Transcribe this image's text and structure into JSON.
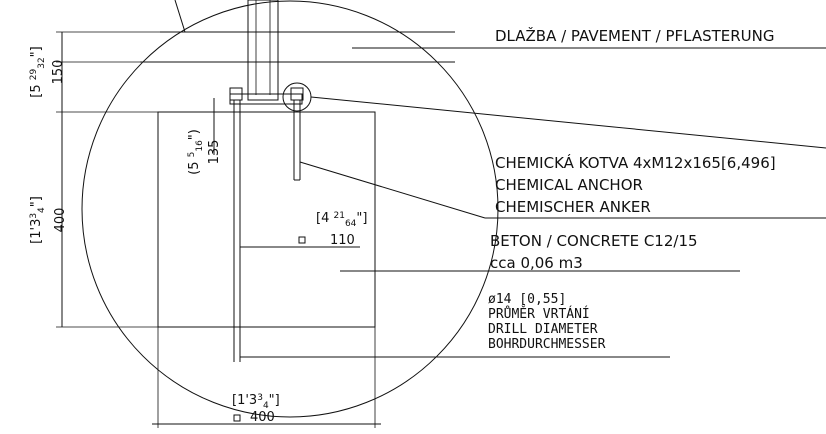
{
  "labels": {
    "pavement": "DLAŽBA / PAVEMENT / PFLASTERUNG",
    "anchor_cz": "CHEMICKÁ KOTVA 4xM12x165[6,496]",
    "anchor_en": "CHEMICAL ANCHOR",
    "anchor_de": "CHEMISCHER ANKER",
    "concrete": "BETON / CONCRETE C12/15",
    "volume": "cca 0,06 m3",
    "drill_size": "ø14 [0,55]",
    "drill_cz": "PRŮMĚR VRTÁNÍ",
    "drill_en": "DRILL DIAMETER",
    "drill_de": "BOHRDURCHMESSER"
  },
  "dimensions": {
    "pavement_mm": "150",
    "pavement_in_whole": "5",
    "pavement_in_num": "29",
    "pavement_in_den": "32",
    "depth_mm": "400",
    "depth_in": "1'3",
    "depth_in_frac_num": "3",
    "depth_in_frac_den": "4",
    "anchor_depth_mm": "135",
    "anchor_depth_in_whole": "5",
    "anchor_depth_in_num": "5",
    "anchor_depth_in_den": "16",
    "anchor_offset_mm": "110",
    "anchor_offset_in_whole": "4",
    "anchor_offset_in_num": "21",
    "anchor_offset_in_den": "64",
    "width_mm": "400",
    "width_in": "1'3",
    "width_in_frac_num": "3",
    "width_in_frac_den": "4"
  }
}
